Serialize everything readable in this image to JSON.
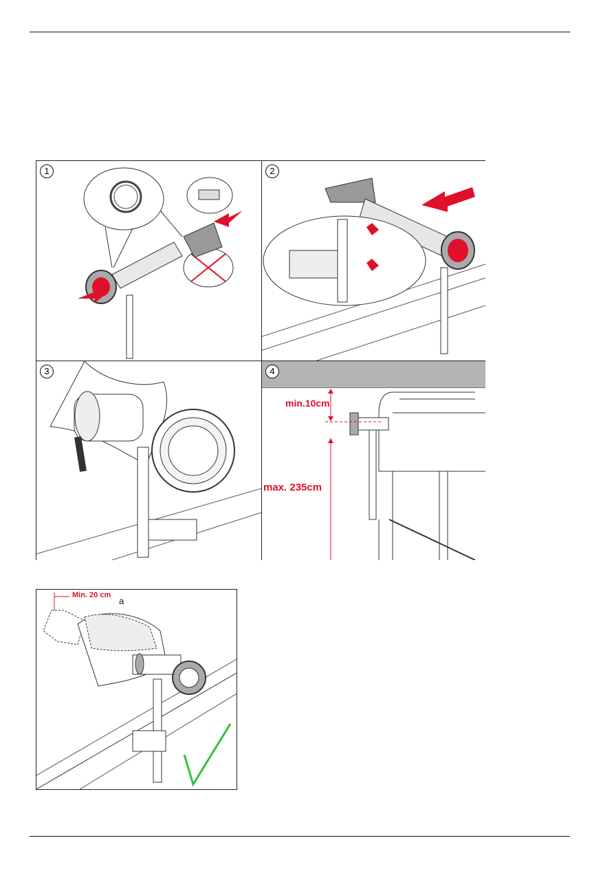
{
  "figure_grid": {
    "panels": [
      {
        "number": "1"
      },
      {
        "number": "2"
      },
      {
        "number": "3"
      },
      {
        "number": "4"
      }
    ],
    "panel4": {
      "min_label": "min.10cm",
      "max_label": "max. 235cm"
    }
  },
  "bottom_figure": {
    "min_label": "Min. 20 cm",
    "callout_label": "a",
    "check_icon": "check-mark-icon"
  },
  "colors": {
    "accent_red": "#e0102a",
    "check_green": "#2fc23a",
    "panel_grey": "#b4b4b4"
  }
}
